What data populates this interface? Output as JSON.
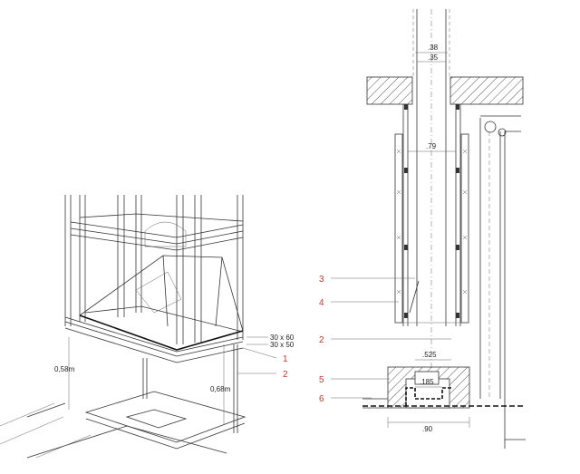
{
  "colors": {
    "callout": "#c0392b",
    "ink": "#222222",
    "hatch": "#555555"
  },
  "left_view": {
    "dims": {
      "section_a": "30 x 60",
      "section_b": "30 x 50",
      "height_a": "0,58m",
      "height_b": "0,68m"
    },
    "callouts": {
      "one": "1",
      "two": "2"
    }
  },
  "right_view": {
    "dims": {
      "d38": ".38",
      "d35": ".35",
      "d79": ".79",
      "d525": ".525",
      "d185": ".185",
      "d90": ".90"
    },
    "callouts": {
      "three": "3",
      "four": "4",
      "two": "2",
      "five": "5",
      "six": "6"
    }
  }
}
